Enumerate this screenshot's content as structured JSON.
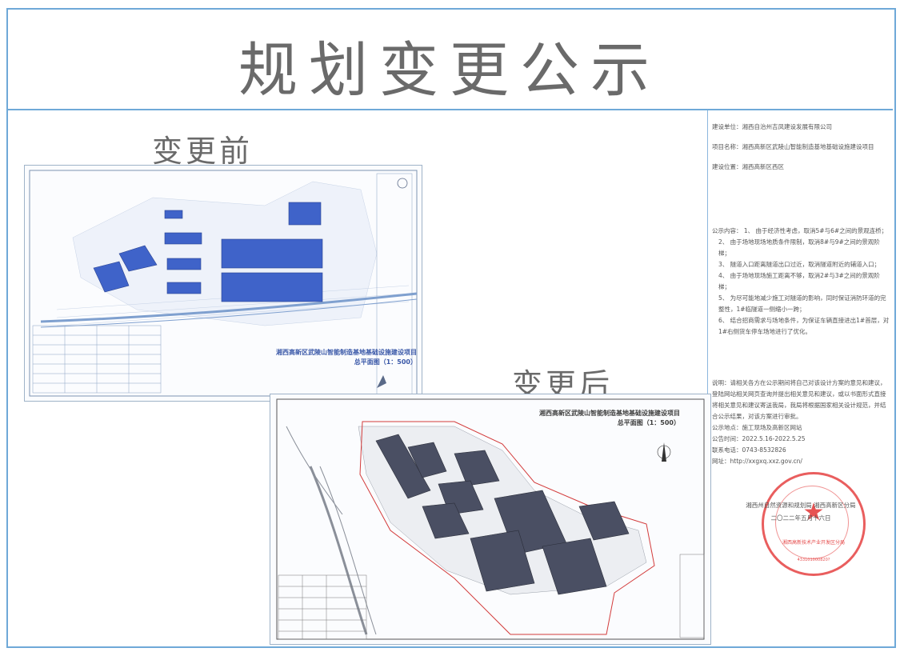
{
  "title": "规划变更公示",
  "before_label": "变更前",
  "after_label": "变更后",
  "project_info": {
    "unit": "建设单位：湘西自治州吉凤建设发展有限公司",
    "name": "项目名称：湘西高新区武陵山智能制造基地基础设施建设项目",
    "location": "建设位置：湘西高新区西区"
  },
  "notice_items": [
    "公示内容：  1、 由于经济性考虑，取消5#与6#之间的景观连桥；",
    "2、 由于场地现场地质条件限制，取消8#与9#之间的景观阶梯；",
    "3、 隧道入口距离隧道出口过近，取消隧道附近的辅道入口；",
    "4、 由于场地现场施工距离不够，取消2#与3#之间的景观阶梯；",
    "5、 为尽可能地减少施工对隧道的影响，同时保证消防环道的完整性，1#临隧道一侧缩小一跨；",
    "6、 结合招商需求与场地条件，为保证车辆直接进出1#首层，对1#右侧货车停车场地进行了优化。"
  ],
  "request": "说明：请相关各方在公示期间将自己对该设计方案的意见和建议，登陆网站相关网页查询并提出相关意见和建议，或以书面形式直接将相关意见和建议寄送我局，我局将根据国家相关设计规范，并结合公示结果，对该方案进行审批。",
  "contact": {
    "place": "公示地点：施工现场及高新区网站",
    "period": "公告时间：2022.5.16-2022.5.25",
    "phone": "联系电话：0743-8532826",
    "website": "网址：http://xxgxq.xxz.gov.cn/"
  },
  "signature": {
    "org": "湘西州自然资源和规划局 湘西高新区分局",
    "date": "二〇二二年五月十六日"
  },
  "stamp": {
    "text": "湘西高新技术产业开发区分局",
    "number": "433101000820?"
  },
  "drawing_before": {
    "title": "湘西高新区武陵山智能制造基地基础设施建设项目",
    "subtitle": "总平面图（1：500）"
  },
  "drawing_after": {
    "title": "湘西高新区武陵山智能制造基地基础设施建设项目",
    "subtitle": "总平面图（1：500）"
  },
  "colors": {
    "frame": "#6fa9d8",
    "building_before": "#3f63c9",
    "building_after": "#4a4f63",
    "stamp": "#e12828"
  }
}
